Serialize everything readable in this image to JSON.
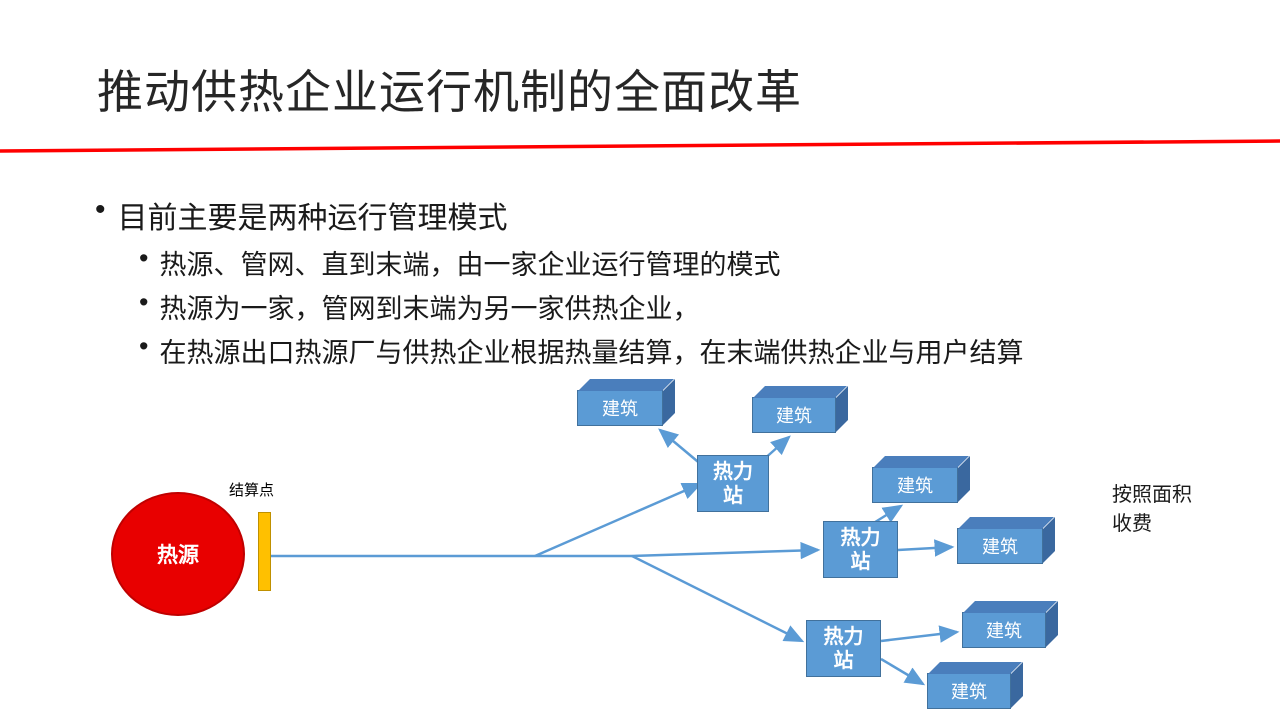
{
  "slide": {
    "title": "推动供热企业运行机制的全面改革",
    "bullet_glyph": "•",
    "bullet_level1": "目前主要是两种运行管理模式",
    "bullet_level2": [
      "热源、管网、直到末端，由一家企业运行管理的模式",
      "热源为一家，管网到末端为另一家供热企业，",
      "在热源出口热源厂与供热企业根据热量结算，在末端供热企业与用户结算"
    ]
  },
  "diagram": {
    "heat_source_label": "热源",
    "settlement_point_label": "结算点",
    "heat_station_label": "热力站",
    "building_label": "建筑",
    "area_fee_note": "按照面积\n收费",
    "colors": {
      "heat_source_red": "#e80000",
      "settlement_yellow": "#ffc000",
      "node_blue": "#5b9bd5",
      "node_border_blue": "#41719c",
      "arrow_blue": "#5b9bd5",
      "title_underline_red": "#ff0000"
    }
  }
}
